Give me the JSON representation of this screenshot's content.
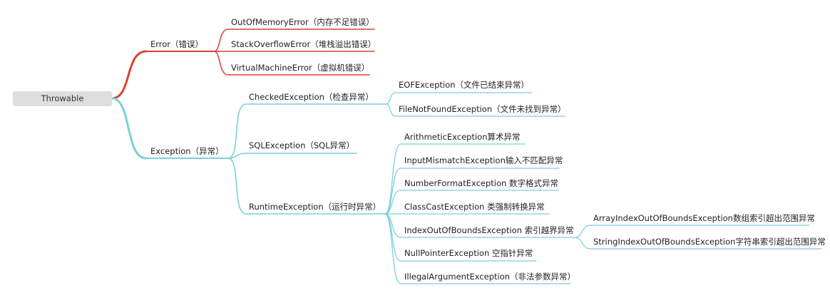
{
  "root": {
    "label": "Throwable"
  },
  "colors": {
    "error_branch": "#d9432f",
    "exception_branch": "#7ccfdc",
    "root_fill": "#dedede"
  },
  "branches": {
    "error": {
      "label": "Error（错误）",
      "children": [
        "OutOfMemoryError（内存不足错误）",
        "StackOverflowError（堆栈溢出错误）",
        "VirtualMachineError（虚拟机错误）"
      ]
    },
    "exception": {
      "label": "Exception（异常）",
      "checked": {
        "label": "CheckedException（检查异常）",
        "children": [
          "EOFException（文件已结束异常）",
          "FileNotFoundException（文件未找到异常）"
        ]
      },
      "sql": {
        "label": "SQLException（SQL异常）"
      },
      "runtime": {
        "label": "RuntimeException（运行时异常）",
        "children": [
          "ArithmeticException算术异常",
          "InputMismatchException输入不匹配异常",
          "NumberFormatException 数字格式异常",
          "ClassCastException 类强制转换异常",
          "IndexOutOfBoundsException 索引越界异常",
          "NullPointerException 空指针异常",
          "IllegalArgumentException（非法参数异常）"
        ],
        "index_children": [
          "ArrayIndexOutOfBoundsException数组索引超出范围异常",
          "StringIndexOutOfBoundsException字符串索引超出范围异常"
        ]
      }
    }
  }
}
